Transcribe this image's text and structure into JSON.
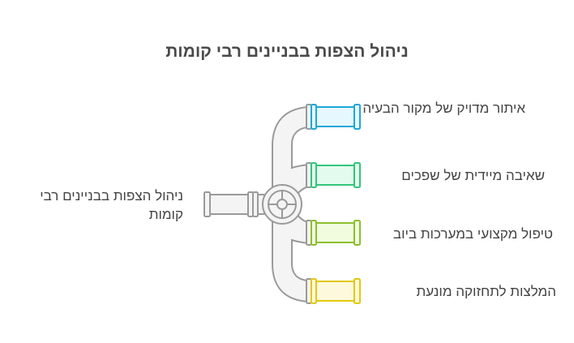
{
  "title": "ניהול הצפות בבניינים רבי קומות",
  "source_label": "ניהול הצפות בבניינים רבי קומות",
  "branches": [
    {
      "label": "איתור מדויק של מקור הבעיה",
      "stroke": "#1ea7d8",
      "fill": "#e6f7fd"
    },
    {
      "label": "שאיבה מיידית של שפכים",
      "stroke": "#33c47a",
      "fill": "#e3fbee"
    },
    {
      "label": "טיפול מקצועי במערכות ביוב",
      "stroke": "#8cbf2e",
      "fill": "#f1fcdf"
    },
    {
      "label": "המלצות לתחזוקה מונעת",
      "stroke": "#e2c90f",
      "fill": "#fdf9dc"
    }
  ],
  "pipe_color": "#9a9a9a",
  "pipe_fill": "#f4f4f4"
}
